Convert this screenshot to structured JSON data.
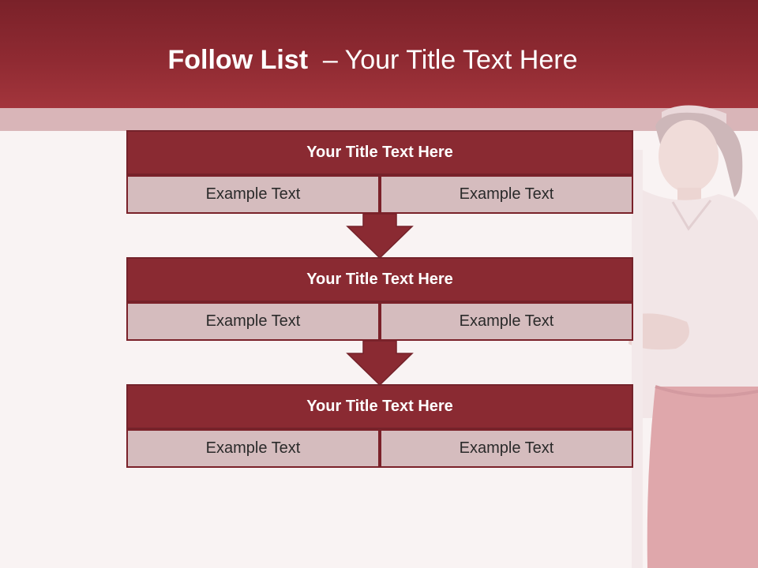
{
  "slide": {
    "title_bold": "Follow List",
    "title_rest": "  – Your Title Text Here"
  },
  "blocks": [
    {
      "title": "Your Title Text Here",
      "left": "Example Text",
      "right": "Example Text"
    },
    {
      "title": "Your Title Text Here",
      "left": "Example Text",
      "right": "Example Text"
    },
    {
      "title": "Your Title Text Here",
      "left": "Example Text",
      "right": "Example Text"
    }
  ],
  "colors": {
    "header": "#8f2a32",
    "block_title": "#8a2a32",
    "cell": "#d5bcbe",
    "background": "#f9f3f3"
  }
}
